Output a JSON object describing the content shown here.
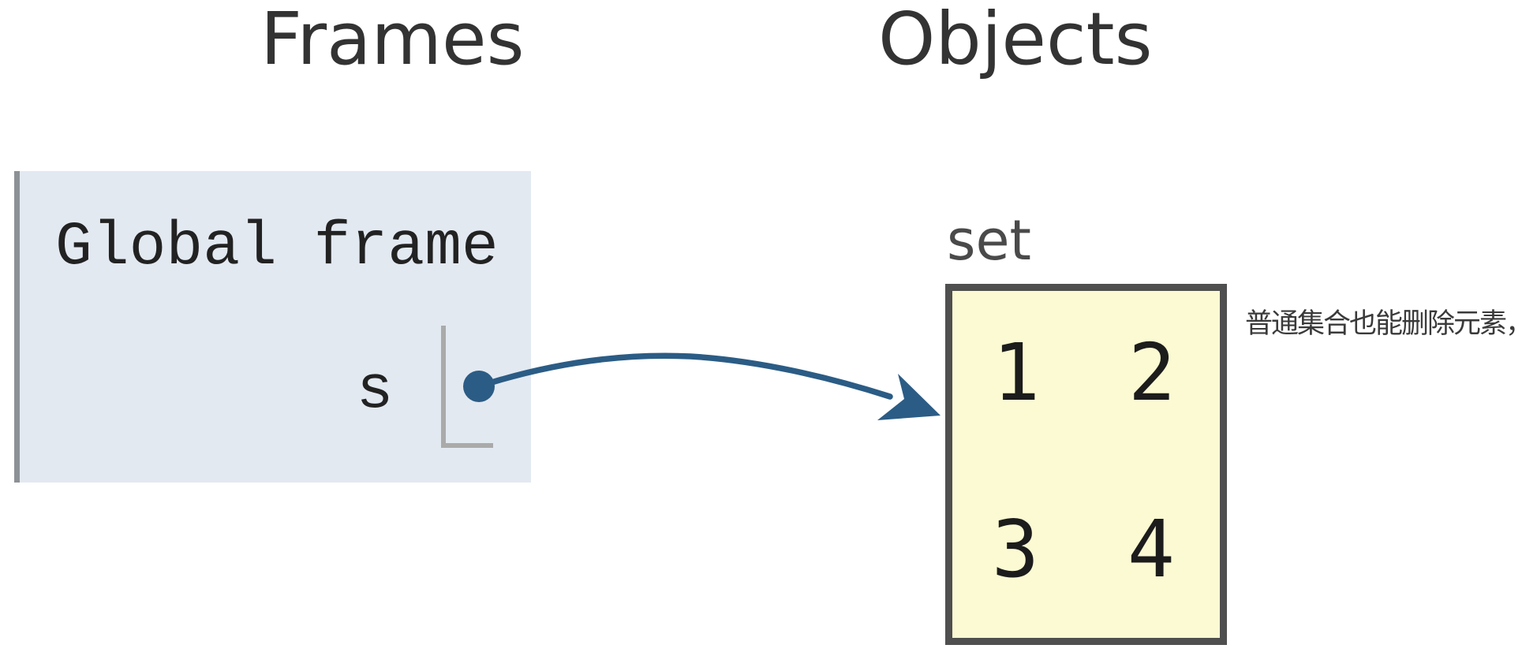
{
  "headers": {
    "frames_label": "Frames",
    "objects_label": "Objects"
  },
  "global_frame": {
    "title": "Global frame",
    "variables": [
      {
        "name": "s",
        "value_icon": "pointer-dot",
        "points_to": "set"
      }
    ]
  },
  "heap_object": {
    "type_label": "set",
    "elements": [
      "1",
      "2",
      "3",
      "4"
    ]
  },
  "annotation": {
    "text": "普通集合也能删除元素，"
  },
  "colors": {
    "page_bg": "#ffffff",
    "frame_bg": "#e3e9f1",
    "frame_left_border": "#8c9196",
    "cell_border": "#aaaaaa",
    "pointer_color": "#2b5c85",
    "object_fill": "#fbfad3",
    "object_border": "#4f4f4f",
    "heading_color": "#333333",
    "code_color": "#222222",
    "type_label_color": "#4a4a4a",
    "element_color": "#1c1c1c",
    "annotation_color": "#3a3a3a"
  }
}
